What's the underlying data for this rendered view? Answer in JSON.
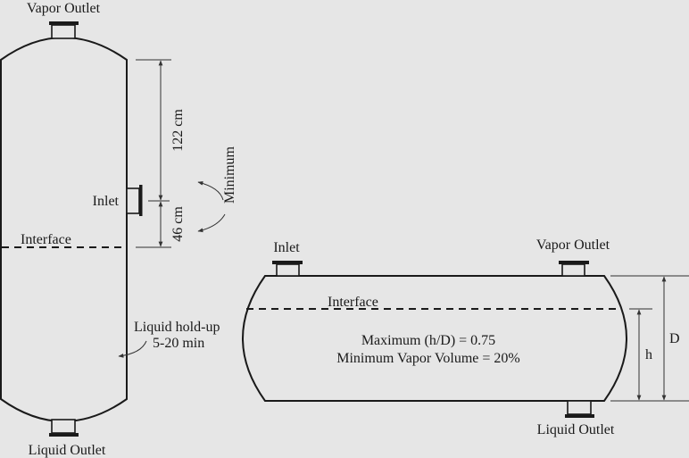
{
  "vertical_separator": {
    "vapor_outlet_label": "Vapor Outlet",
    "inlet_label": "Inlet",
    "interface_label": "Interface",
    "liquid_outlet_label": "Liquid Outlet",
    "dim_upper_label": "122 cm",
    "dim_lower_label": "46 cm",
    "minimum_label": "Minimum",
    "holdup_line1": "Liquid hold-up",
    "holdup_line2": "5-20 min"
  },
  "horizontal_separator": {
    "inlet_label": "Inlet",
    "vapor_outlet_label": "Vapor Outlet",
    "interface_label": "Interface",
    "liquid_outlet_label": "Liquid Outlet",
    "spec_line1": "Maximum (h/D) = 0.75",
    "spec_line2": "Minimum Vapor Volume = 20%",
    "dim_h_label": "h",
    "dim_D_label": "D"
  },
  "colors": {
    "background": "#e6e6e6",
    "stroke": "#1a1a1a"
  }
}
